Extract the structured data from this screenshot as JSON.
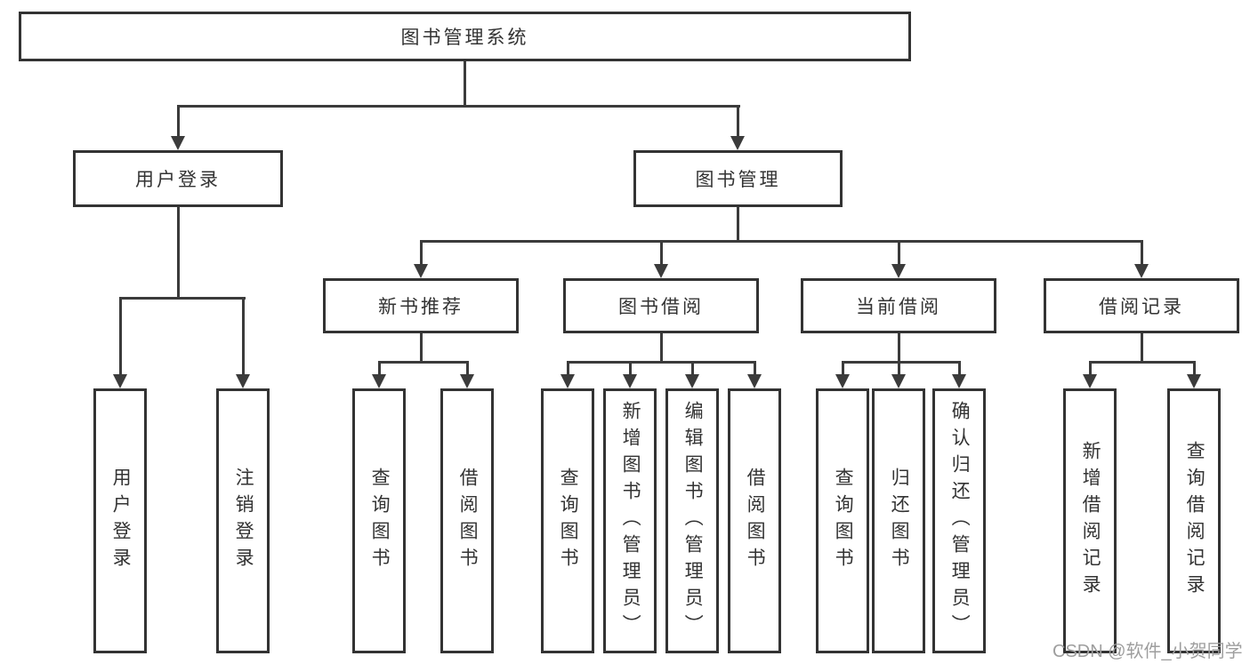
{
  "diagram": {
    "root": {
      "label": "图书管理系统"
    },
    "branches": [
      {
        "label": "用户登录",
        "children": [
          "用户登录",
          "注销登录"
        ]
      },
      {
        "label": "图书管理",
        "sections": [
          {
            "label": "新书推荐",
            "children": [
              "查询图书",
              "借阅图书"
            ]
          },
          {
            "label": "图书借阅",
            "children": [
              "查询图书",
              "新增图书（管理员）",
              "编辑图书（管理员）",
              "借阅图书"
            ]
          },
          {
            "label": "当前借阅",
            "children": [
              "查询图书",
              "归还图书",
              "确认归还（管理员）"
            ]
          },
          {
            "label": "借阅记录",
            "children": [
              "新增借阅记录",
              "查询借阅记录"
            ]
          }
        ]
      }
    ]
  },
  "watermark": {
    "text": "CSDN @软件_小贺同学"
  },
  "colors": {
    "line": "#3b3b3b",
    "box_border": "#333333",
    "text": "#333333",
    "watermark": "#9e9e9e",
    "background": "#ffffff"
  }
}
